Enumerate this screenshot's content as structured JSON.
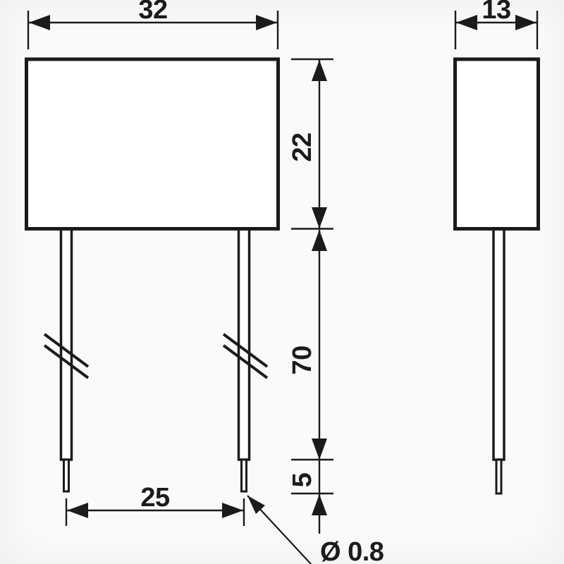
{
  "drawing": {
    "dimensions": {
      "body_width": "32",
      "body_depth": "13",
      "body_height": "22",
      "lead_length": "70",
      "lead_tip_length": "5",
      "lead_spacing": "25",
      "lead_diameter": "Ø 0.8"
    },
    "colors": {
      "line": "#1b1b1b",
      "paper": "#fafafa",
      "fill": "#ffffff"
    }
  }
}
